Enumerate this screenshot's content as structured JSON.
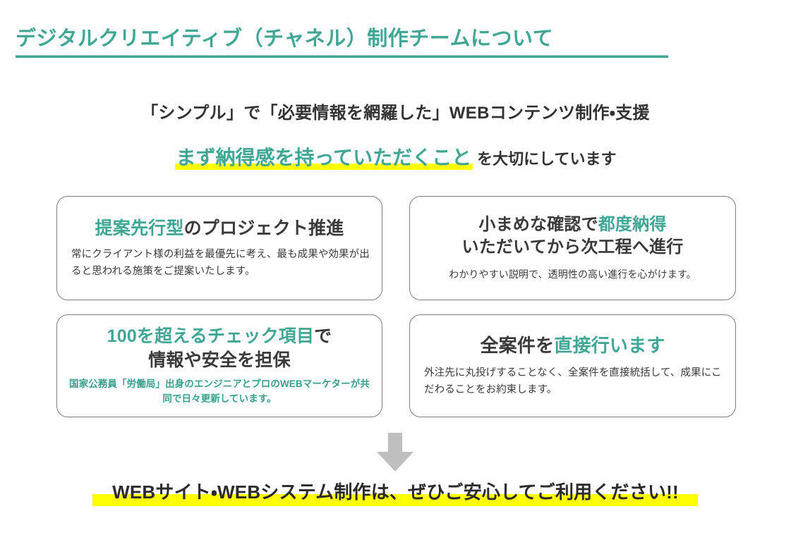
{
  "slide": {
    "title": "デジタルクリエイティブ（チャネル）制作チームについて",
    "accent_color": "#42a694",
    "heading_color": "#3a3a3a",
    "highlight_color": "#ffff00",
    "card_border_color": "#7d7d7d",
    "arrow_color": "#bfbfbf"
  },
  "lead": {
    "line1": "「シンプル」で「必要情報を網羅した」WEBコンテンツ制作・支援",
    "line2_highlight": "まず納得感を持っていただくこと",
    "line2_tail": "を大切にしています"
  },
  "cards": [
    {
      "heading_accent": "提案先行型",
      "heading_rest": "のプロジェクト推進",
      "body": "常にクライアント様の利益を最優先に考え、最も成果や効果が出ると思われる施策をご提案いたします。"
    },
    {
      "heading_line1_plain": "小まめな確認で",
      "heading_line1_accent": "都度納得",
      "heading_line2": "いただいてから次工程へ進行",
      "body": "わかりやすい説明で、透明性の高い進行を心がけます。"
    },
    {
      "heading_line1_accent": "100を超えるチェック項目",
      "heading_line1_plain": "で",
      "heading_line2": "情報や安全を担保",
      "body": "国家公務員「労働局」出身のエンジニアとプロのWEBマーケターが共同で日々更新しています。"
    },
    {
      "heading_plain": "全案件を",
      "heading_accent": "直接行います",
      "body": "外注先に丸投げすることなく、全案件を直接統括して、成果にこだわることをお約束します。"
    }
  ],
  "arrow": {
    "icon": "arrow-down-icon"
  },
  "closing": {
    "text": "WEBサイト・WEBシステム制作は、ぜひご安心してご利用ください!!"
  }
}
